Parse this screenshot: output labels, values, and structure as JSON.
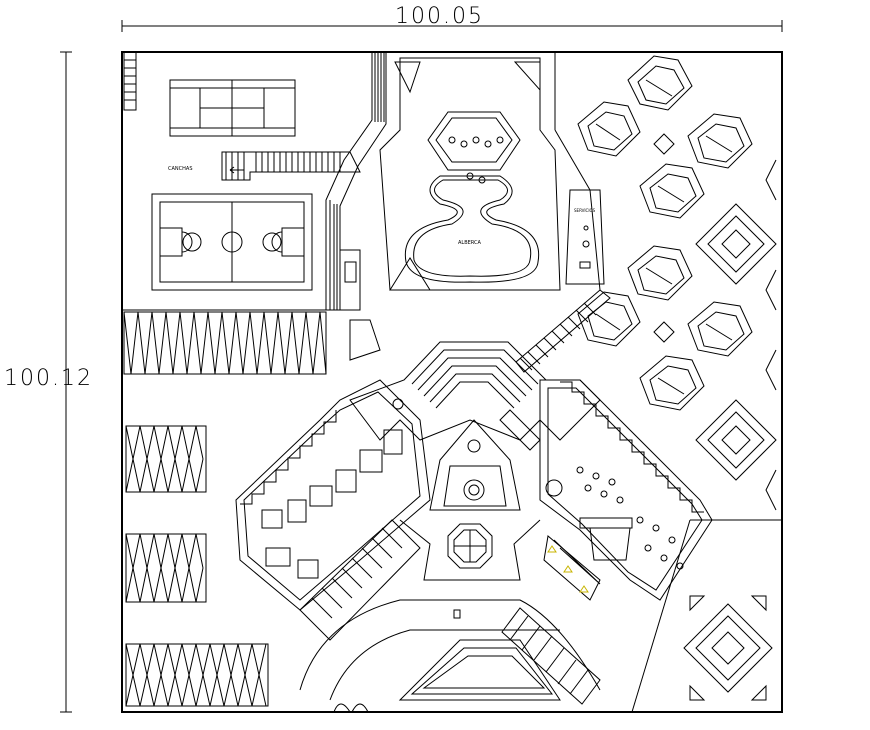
{
  "dimensions": {
    "width_label": "100.05",
    "height_label": "100.12"
  },
  "labels": {
    "courts_label": "CANCHAS",
    "pool_label": "ALBERCA",
    "services_label": "SERVICIOS"
  },
  "colors": {
    "line": "#000000",
    "background": "#ffffff",
    "accent": "#c8b400"
  }
}
